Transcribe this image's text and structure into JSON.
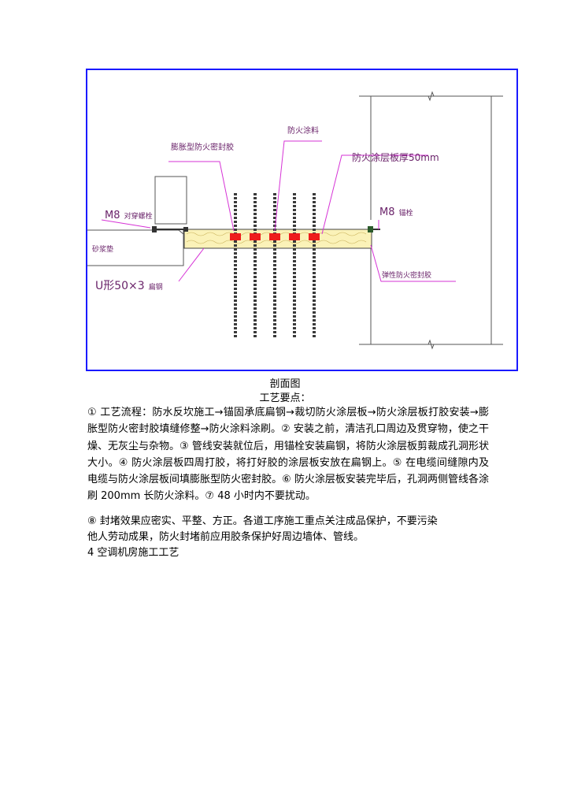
{
  "figure": {
    "labels": {
      "expansion_sealant": "膨胀型防火密封胶",
      "fire_coating": "防火涂料",
      "coating_board": "防火涂层板厚50mm",
      "m8_through_bolt": "M8",
      "m8_through_bolt_suffix": "对穿螺栓",
      "m8_anchor": "M8",
      "m8_anchor_suffix": "锚栓",
      "masonry": "砂浆垫",
      "u_channel": "U形50×3",
      "u_channel_suffix": "扁钢",
      "elastic_sealant": "弹性防火密封胶"
    },
    "colors": {
      "frame": "#1a1aff",
      "leader": "#d633d6",
      "coating_fill": "#fbf2b8",
      "seal_red": "#ee1c1c",
      "line_dark": "#333333"
    }
  },
  "caption": "剖面图",
  "subheading": "工艺要点：",
  "body_para": "① 工艺流程：防水反坎施工→锚固承底扁钢→裁切防火涂层板→防火涂层板打胶安装→膨胀型防火密封胶填缝修整→防火涂料涂刷。② 安装之前，清洁孔口周边及贯穿物，使之干燥、无灰尘与杂物。③ 管线安装就位后，用锚栓安装扁钢，将防火涂层板剪裁成孔洞形状大小。④ 防火涂层板四周打胶，将打好胶的涂层板安放在扁钢上。⑤ 在电缆间缝隙内及电缆与防火涂层板间填膨胀型防火密封胶。⑥ 防火涂层板安装完毕后，孔洞两侧管线各涂刷 200mm 长防火涂料。⑦ 48 小时内不要扰动。",
  "para8_line1": "⑧ 封堵效果应密实、平整、方正。各道工序施工重点关注成品保护，不要污染",
  "para8_line2": "他人劳动成果，防火封堵前应用胶条保护好周边墙体、管线。",
  "section_heading": "4 空调机房施工工艺"
}
